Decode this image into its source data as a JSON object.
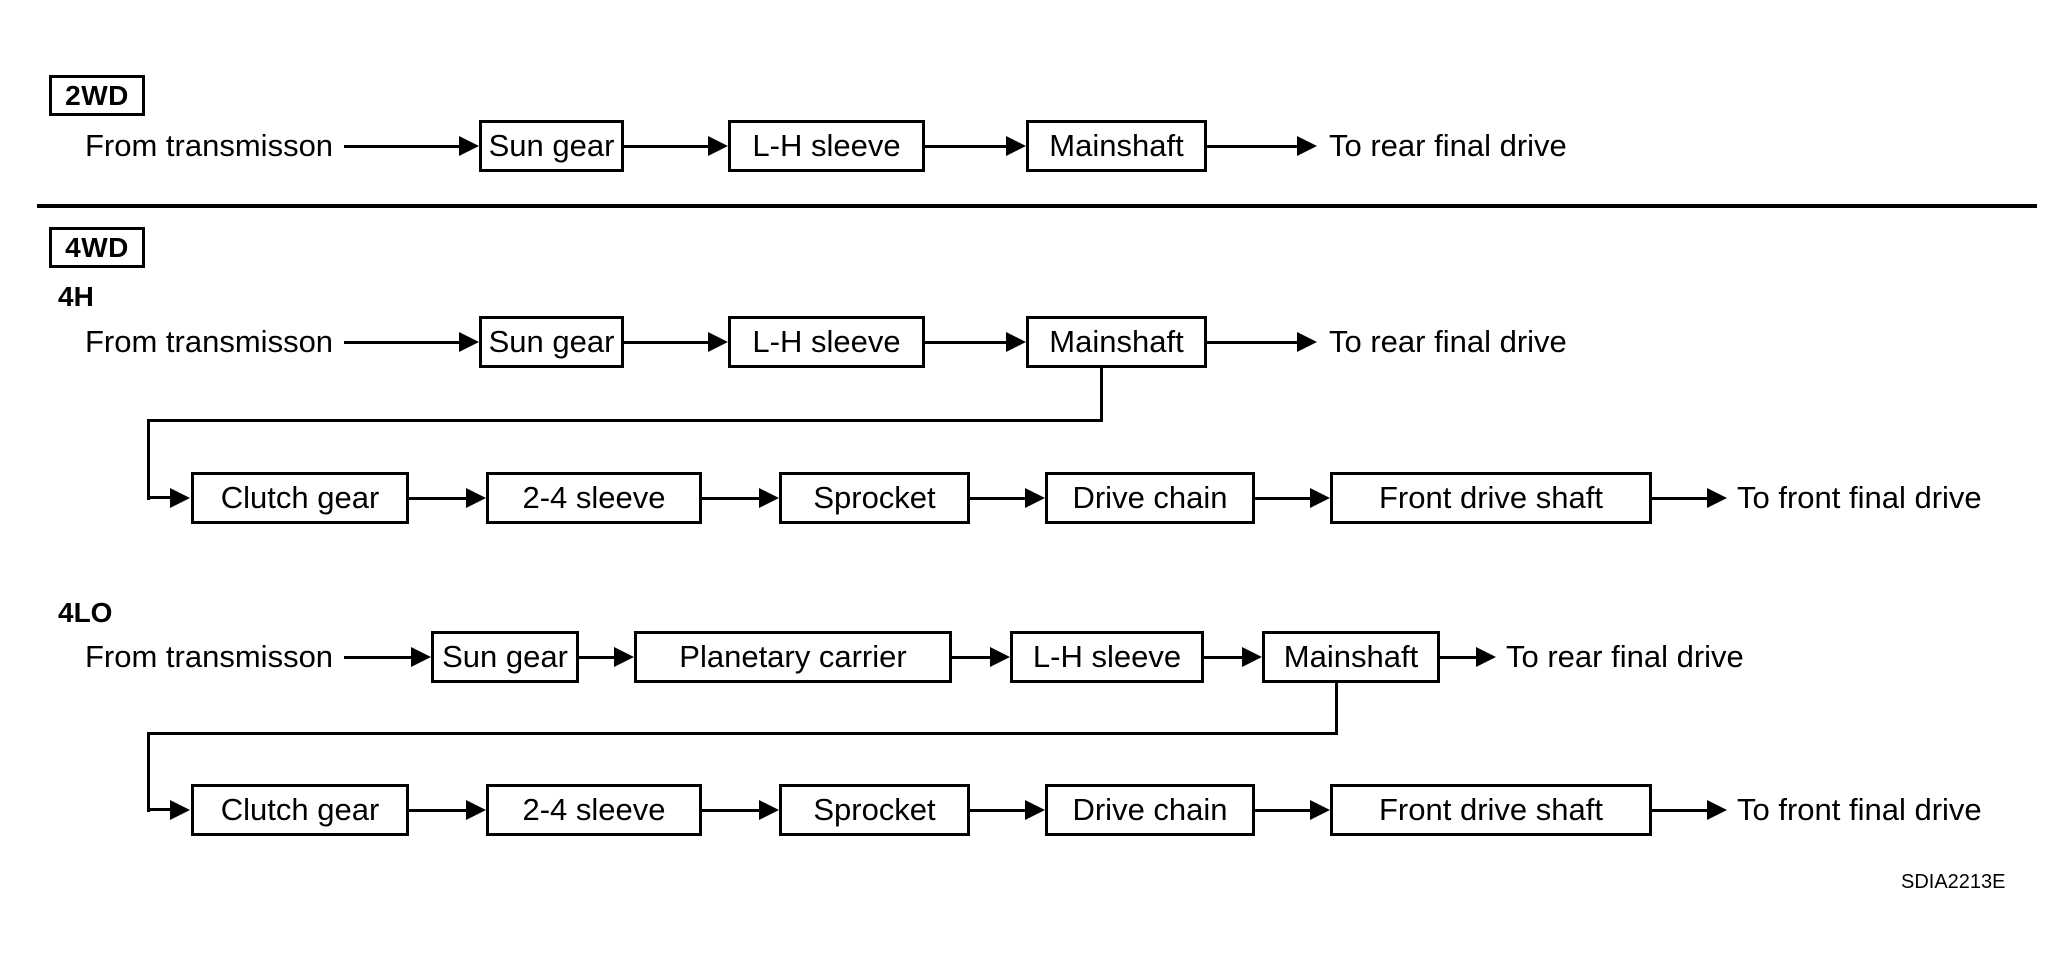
{
  "figure": {
    "code": "SDIA2213E"
  },
  "tags": {
    "two_wd": "2WD",
    "four_wd": "4WD"
  },
  "modes": {
    "four_h": "4H",
    "four_lo": "4LO"
  },
  "flows": {
    "two_wd": {
      "start": "From transmisson",
      "nodes": [
        "Sun gear",
        "L-H sleeve",
        "Mainshaft"
      ],
      "end": "To rear final drive"
    },
    "four_h_rear": {
      "start": "From transmisson",
      "nodes": [
        "Sun gear",
        "L-H sleeve",
        "Mainshaft"
      ],
      "end": "To rear final drive"
    },
    "four_h_front": {
      "nodes": [
        "Clutch gear",
        "2-4 sleeve",
        "Sprocket",
        "Drive chain",
        "Front drive shaft"
      ],
      "end": "To front final drive"
    },
    "four_lo_rear": {
      "start": "From transmisson",
      "nodes": [
        "Sun gear",
        "Planetary carrier",
        "L-H sleeve",
        "Mainshaft"
      ],
      "end": "To rear final drive"
    },
    "four_lo_front": {
      "nodes": [
        "Clutch gear",
        "2-4 sleeve",
        "Sprocket",
        "Drive chain",
        "Front drive shaft"
      ],
      "end": "To front final drive"
    }
  },
  "colors": {
    "line": "#000000",
    "background": "#ffffff",
    "text": "#000000"
  }
}
